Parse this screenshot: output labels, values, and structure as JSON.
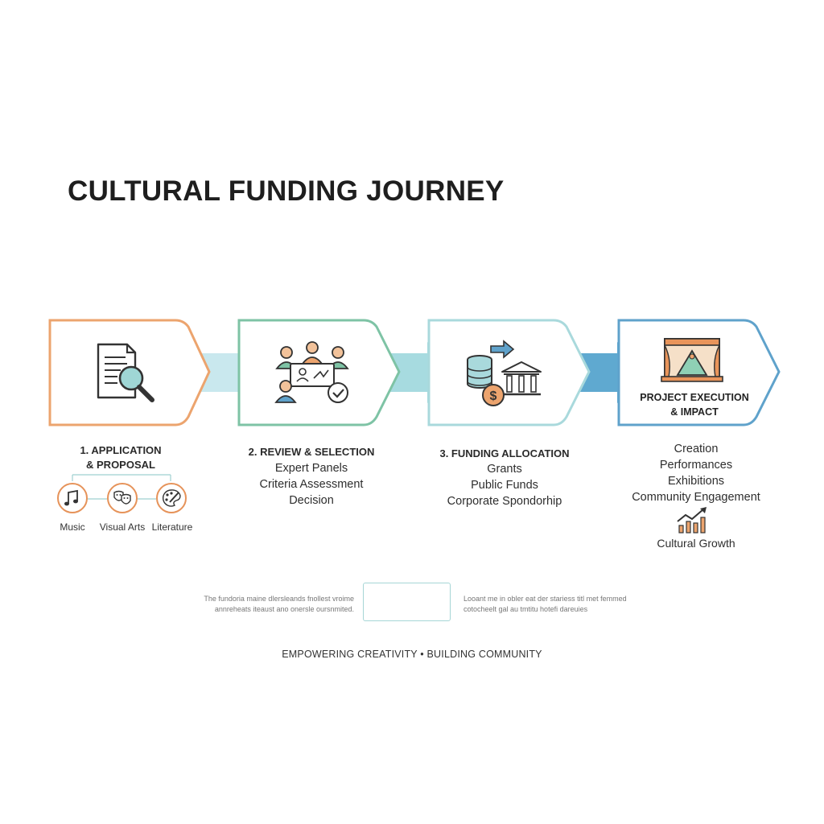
{
  "title": "CULTURAL FUNDING JOURNEY",
  "colors": {
    "stage1": "#eca46e",
    "stage2": "#7ec3a5",
    "stage3": "#a9d9dc",
    "stage4": "#5fa2cb",
    "arrow1": "#c9e8ee",
    "arrow2": "#a7dbe0",
    "arrow3": "#5fa9d0"
  },
  "stages": [
    {
      "label_line1": "1. APPLICATION",
      "label_line2": "& PROPOSAL",
      "icon": "document-magnifier-icon",
      "categories": [
        {
          "icon": "music-note-icon",
          "label": "Music"
        },
        {
          "icon": "theater-masks-icon",
          "label": "Visual Arts"
        },
        {
          "icon": "palette-brush-icon",
          "label": "Literature"
        }
      ]
    },
    {
      "label": "2. REVIEW & SELECTION",
      "icon": "panel-review-icon",
      "items": [
        "Expert Panels",
        "Criteria Assessment",
        "Decision"
      ]
    },
    {
      "label": "3. FUNDING ALLOCATION",
      "icon": "coins-bank-icon",
      "items": [
        "Grants",
        "Public Funds",
        "Corporate Spondorhip"
      ]
    },
    {
      "label_line1": "PROJECT EXECUTION",
      "label_line2": "& IMPACT",
      "icon": "theater-stage-icon",
      "items": [
        "Creation",
        "Performances",
        "Exhibitions",
        "Community Engagement"
      ],
      "growth_icon": "growth-chart-icon",
      "growth_label": "Cultural Growth"
    }
  ],
  "notes": {
    "left_line1": "The fundoria maine dlersleands fnollest vroime",
    "left_line2": "annreheats iteaust ano onersle oursnmited.",
    "right_line1": "Looant me in obler eat der stariess titl met femmed",
    "right_line2": "cotocheelt gal au tmtitu hotefi dareuies"
  },
  "footer": "EMPOWERING CREATIVITY • BUILDING COMMUNITY"
}
